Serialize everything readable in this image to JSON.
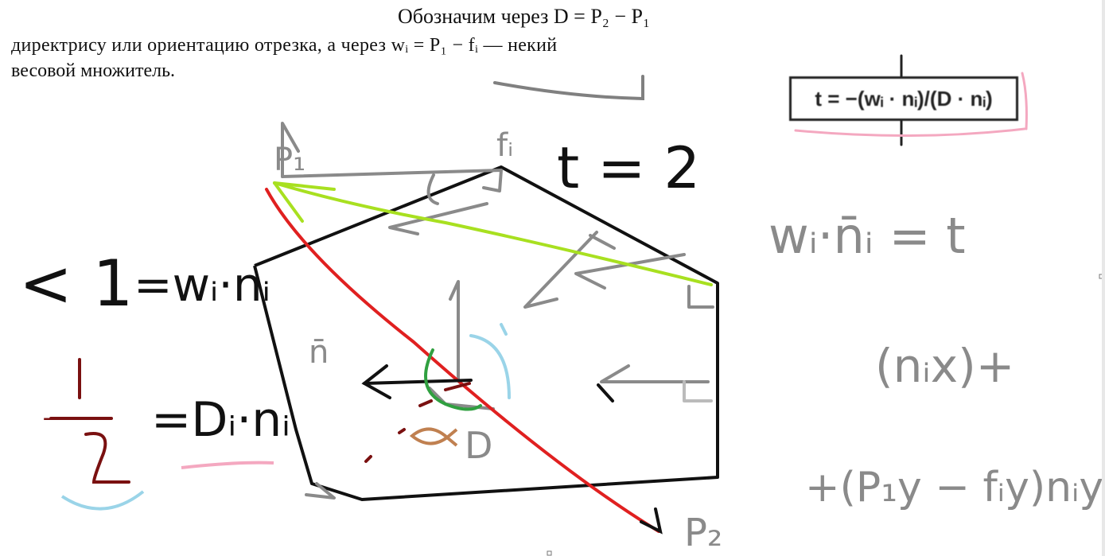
{
  "printed_text": {
    "line1": "Обозначим через D = P₂ − P₁",
    "line2": "директрису или ориентацию отрезка, а через wᵢ = P₁ − fᵢ — некий",
    "line3": "весовой множитель.",
    "formula": "t = −(wᵢ · nᵢ)/(D · nᵢ)"
  },
  "handwritten": {
    "p1": "P₁",
    "fi": "fᵢ",
    "t_eq_2": "t = 2",
    "lt1": "< 1",
    "wn": "=wᵢ·nᵢ",
    "half": "−1/2",
    "dn": "=Dᵢ·nᵢ",
    "n": "n̄",
    "d": "D",
    "p2": "P₂",
    "eq1": "wᵢ·n̄ᵢ = t",
    "eq2": "(nᵢx)+",
    "eq3": "+(P₁y − fᵢy)nᵢy"
  },
  "colors": {
    "outline": "#111111",
    "gray_arrows": "#8a8a8a",
    "red_line": "#e02020",
    "green_arrow": "#a8e020",
    "dark_red": "#7a1010",
    "light_blue": "#9ad4e8",
    "pink": "#f4a8c0",
    "brown": "#c08050",
    "green_arc": "#30a040"
  }
}
